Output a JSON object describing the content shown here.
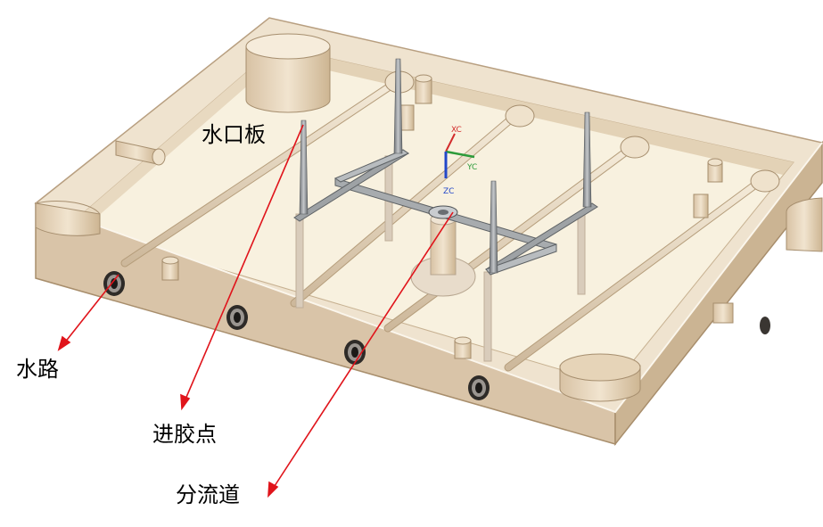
{
  "callouts": {
    "gate_plate": "水口板",
    "water_channel": "水路",
    "injection_point": "进胶点",
    "runner": "分流道"
  },
  "axes": {
    "x": "XC",
    "y": "YC",
    "z": "ZC"
  },
  "colors": {
    "plate_top": "#efe3cf",
    "plate_inner": "#f8f1df",
    "plate_side": "#d9c4a8",
    "steel": "#8f9396",
    "arrow": "#e0141b",
    "axis_x": "#d22b2b",
    "axis_y": "#2c9b3a",
    "axis_z": "#2247c9"
  }
}
